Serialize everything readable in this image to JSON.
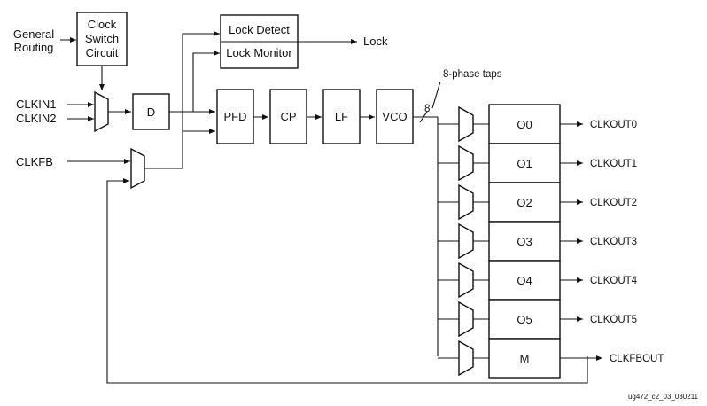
{
  "inputs": {
    "general_routing_line1": "General",
    "general_routing_line2": "Routing",
    "clkin1": "CLKIN1",
    "clkin2": "CLKIN2",
    "clkfb": "CLKFB"
  },
  "blocks": {
    "clock_switch_line1": "Clock",
    "clock_switch_line2": "Switch",
    "clock_switch_line3": "Circuit",
    "divider": "D",
    "lock_detect": "Lock Detect",
    "lock_monitor": "Lock Monitor",
    "pfd": "PFD",
    "cp": "CP",
    "lf": "LF",
    "vco": "VCO"
  },
  "signals": {
    "lock": "Lock",
    "phase_taps": "8-phase taps",
    "bus_width": "8"
  },
  "counters": [
    {
      "label": "O0",
      "output": "CLKOUT0"
    },
    {
      "label": "O1",
      "output": "CLKOUT1"
    },
    {
      "label": "O2",
      "output": "CLKOUT2"
    },
    {
      "label": "O3",
      "output": "CLKOUT3"
    },
    {
      "label": "O4",
      "output": "CLKOUT4"
    },
    {
      "label": "O5",
      "output": "CLKOUT5"
    },
    {
      "label": "M",
      "output": "CLKFBOUT"
    }
  ],
  "figure_id": "ug472_c2_03_030211"
}
